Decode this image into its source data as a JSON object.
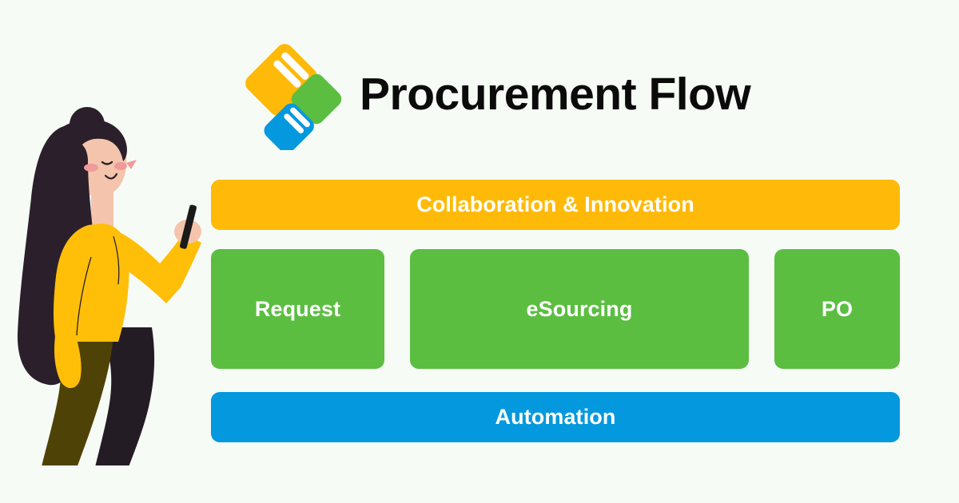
{
  "page": {
    "background_color": "#f6fbf5"
  },
  "brand": {
    "wordmark": "Procurement Flow",
    "wordmark_color": "#0b0b0b",
    "logo_icon": "procurementflow-tiles-logo",
    "logo_colors": {
      "yellow": "#ffba09",
      "green": "#5bbe41",
      "blue": "#0499de"
    }
  },
  "illustration": {
    "name": "woman-holding-phone-illustration",
    "colors": {
      "hair": "#2b1f2b",
      "skin": "#f4c4ac",
      "blush": "#f09a9a",
      "sweater": "#ffbf09",
      "pants_light": "#4f4206",
      "pants_dark": "#241c24",
      "phone": "#1a1a1a"
    }
  },
  "diagram": {
    "name": "procurement-process-diagram",
    "top_band": {
      "label": "Collaboration & Innovation",
      "color": "#ffba09",
      "text_color": "#ffffff"
    },
    "stages": [
      {
        "label": "Request",
        "color": "#5bbe41",
        "text_color": "#ffffff"
      },
      {
        "label": "eSourcing",
        "color": "#5bbe41",
        "text_color": "#ffffff"
      },
      {
        "label": "PO",
        "color": "#5bbe41",
        "text_color": "#ffffff"
      }
    ],
    "bottom_band": {
      "label": "Automation",
      "color": "#0499de",
      "text_color": "#ffffff"
    }
  }
}
